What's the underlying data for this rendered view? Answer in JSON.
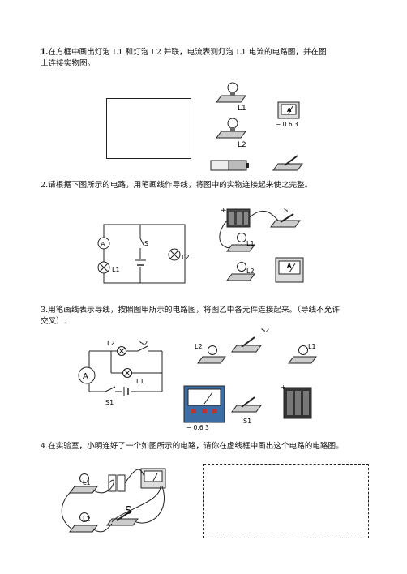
{
  "q1": {
    "number": "1.",
    "line1": "在方框中画出灯泡 L1 和灯泡 L2 并联，电流表测灯泡 L1 电流的电路图，并在图",
    "line2": "上连接实物图。",
    "labels": {
      "l1": "L1",
      "l2": "L2",
      "ammeter": "A",
      "meter_scale": "− 0.6 3"
    }
  },
  "q2": {
    "text": "2.请根据下图所示的电路，用笔画线作导线，将图中的实物连接起来使之完整。",
    "circuit_labels": {
      "ammeter": "A",
      "switch": "S",
      "l1": "L1",
      "l2": "L2"
    },
    "parts_labels": {
      "switch": "S",
      "l1": "L1",
      "l2": "L2",
      "ammeter": "A",
      "plus": "+"
    }
  },
  "q3": {
    "line1": "3.用笔画线表示导线，按照图甲所示的电路图，将图乙中各元件连接起来。（导线不允许",
    "line2": "交叉）.",
    "circuit_labels": {
      "l2": "L2",
      "s2": "S2",
      "ammeter": "A",
      "l1": "L1",
      "s1": "S1"
    },
    "parts_labels": {
      "l2": "L2",
      "s2": "S2",
      "l1": "L1",
      "s1": "S1",
      "scale": "− 0.6 3"
    }
  },
  "q4": {
    "text": "4.在实验室，小明连好了一个如图所示的电路，请你在虚线框中画出这个电路的电路图。",
    "labels": {
      "l1": "L1",
      "l2": "L2",
      "switch": "S"
    }
  }
}
